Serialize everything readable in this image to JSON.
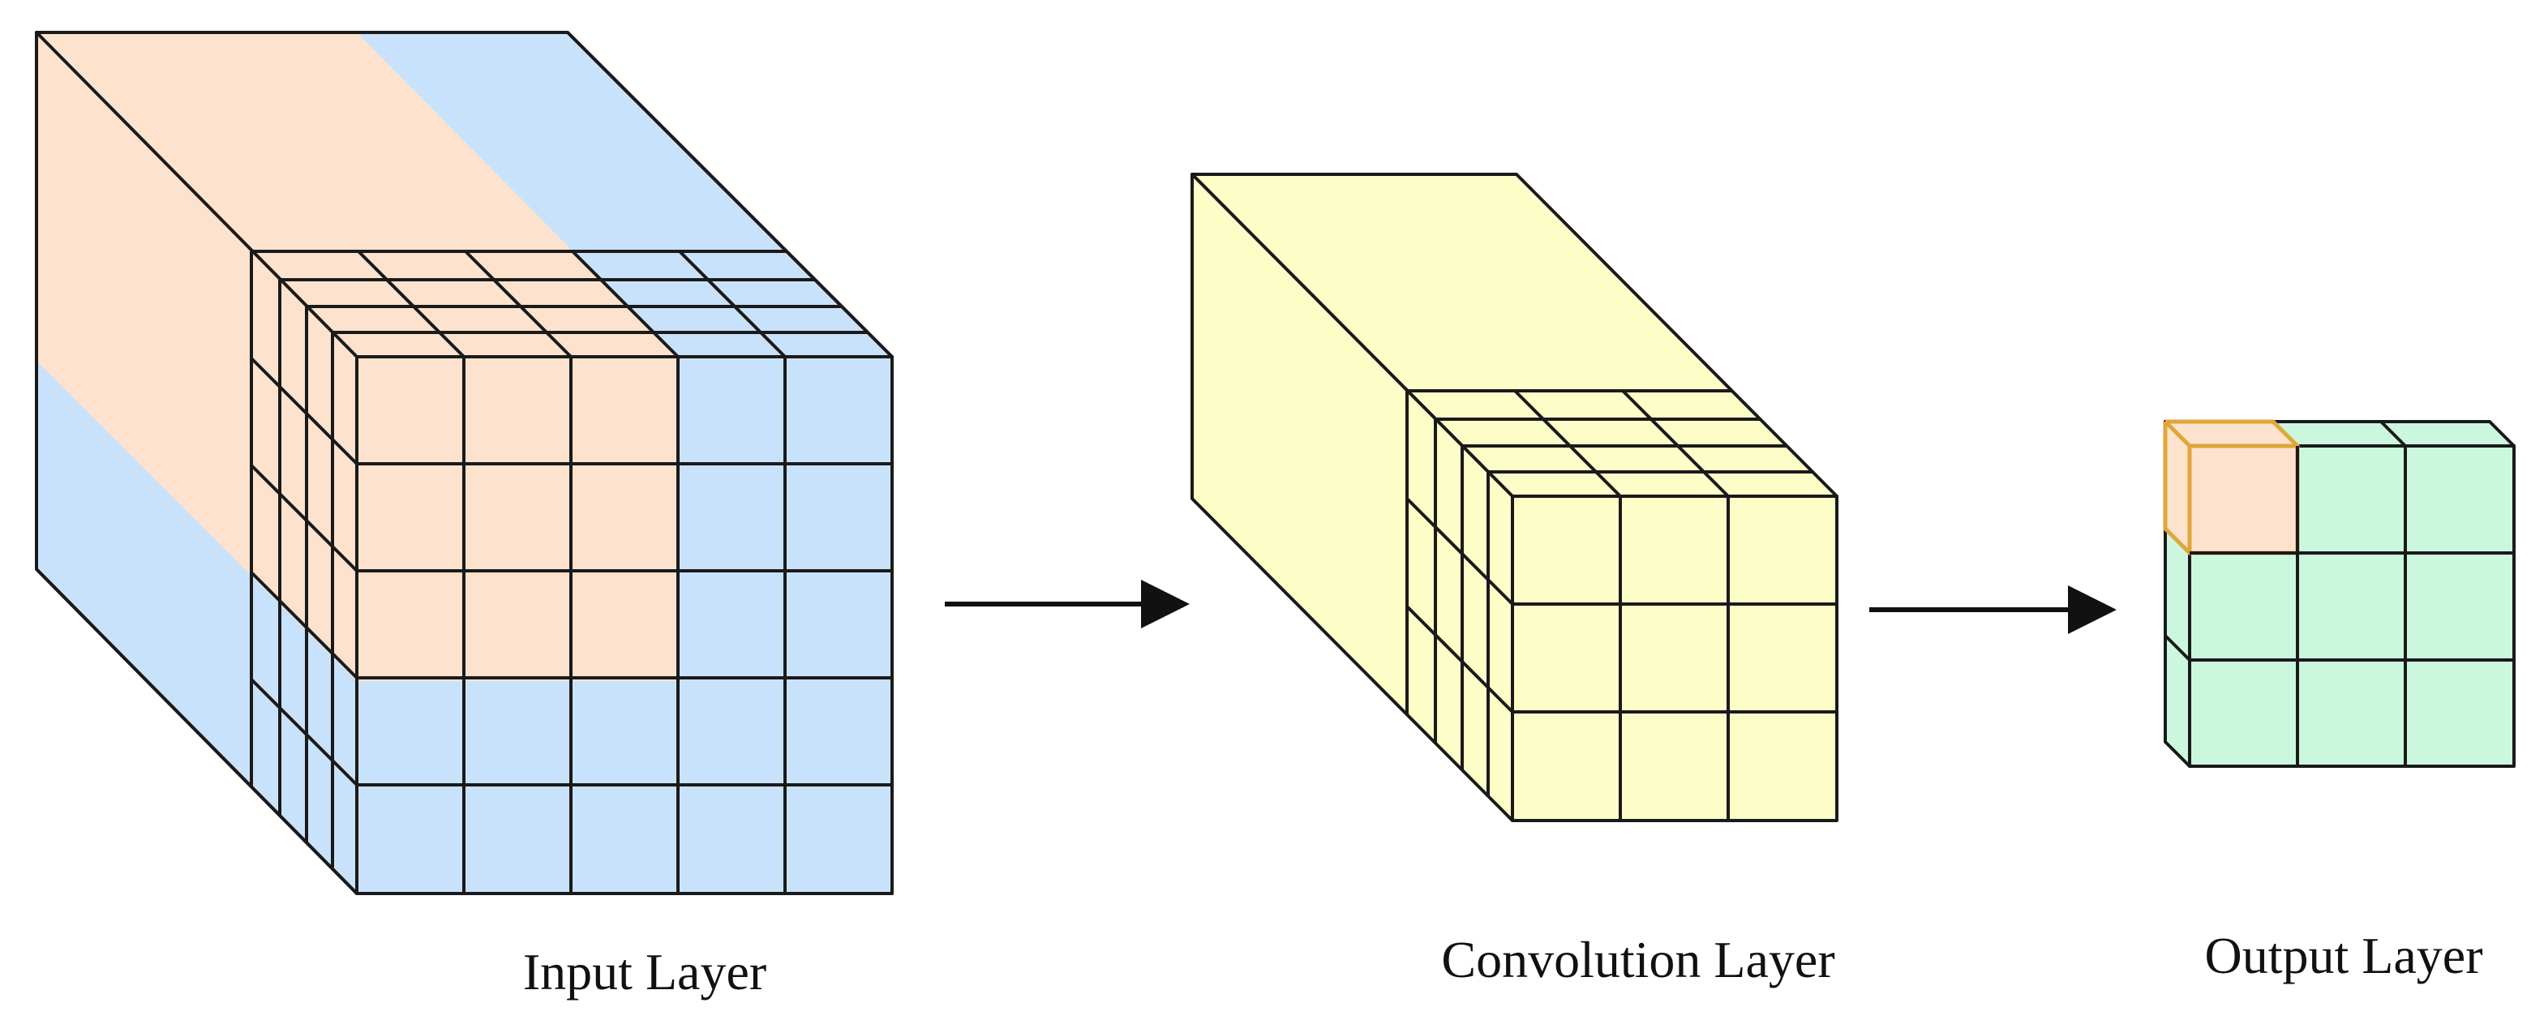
{
  "labels": {
    "input_layer": "Input Layer",
    "convolution_layer": "Convolution Layer",
    "output_layer": "Output Layer"
  },
  "colors": {
    "input_volume": "#c9e2fb",
    "receptive_field": "#fde3cd",
    "convolution_volume": "#fdfdc8",
    "output_volume": "#ccf7df",
    "output_highlight": "#fde3cd",
    "output_highlight_edge": "#e0a63a",
    "edge": "#1a1a1a"
  },
  "structure": {
    "input_front_grid": [
      5,
      5
    ],
    "receptive_field_grid": [
      3,
      3
    ],
    "convolution_front_grid": [
      3,
      3
    ],
    "output_front_grid": [
      3,
      3
    ]
  }
}
